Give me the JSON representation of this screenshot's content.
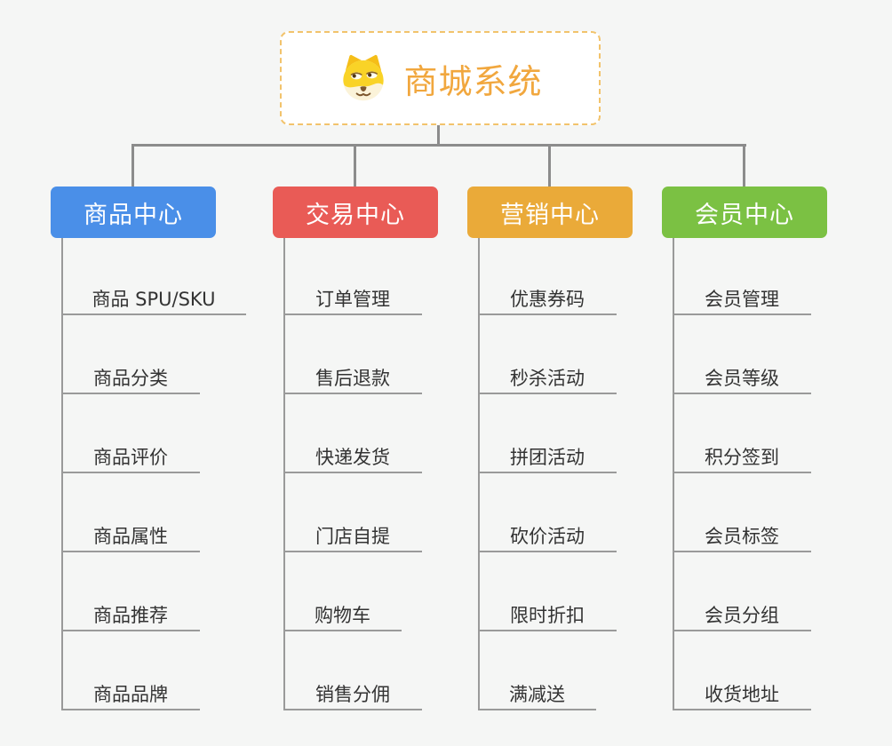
{
  "root": {
    "title": "商城系统",
    "icon": "dog-icon"
  },
  "branches": [
    {
      "label": "商品中心",
      "color": "#4A8FE8",
      "children": [
        "商品 SPU/SKU",
        "商品分类",
        "商品评价",
        "商品属性",
        "商品推荐",
        "商品品牌"
      ]
    },
    {
      "label": "交易中心",
      "color": "#E95B56",
      "children": [
        "订单管理",
        "售后退款",
        "快递发货",
        "门店自提",
        "购物车",
        "销售分佣"
      ]
    },
    {
      "label": "营销中心",
      "color": "#EAAA39",
      "children": [
        "优惠券码",
        "秒杀活动",
        "拼团活动",
        "砍价活动",
        "限时折扣",
        "满减送"
      ]
    },
    {
      "label": "会员中心",
      "color": "#7BC143",
      "children": [
        "会员管理",
        "会员等级",
        "积分签到",
        "会员标签",
        "会员分组",
        "收货地址"
      ]
    }
  ],
  "colors": {
    "background": "#F5F6F5",
    "root_text": "#F1A73E",
    "root_border": "#F2C36C",
    "connector": "#8C8C8C",
    "leaf_line": "#9A9A9A",
    "leaf_text": "#333333"
  }
}
